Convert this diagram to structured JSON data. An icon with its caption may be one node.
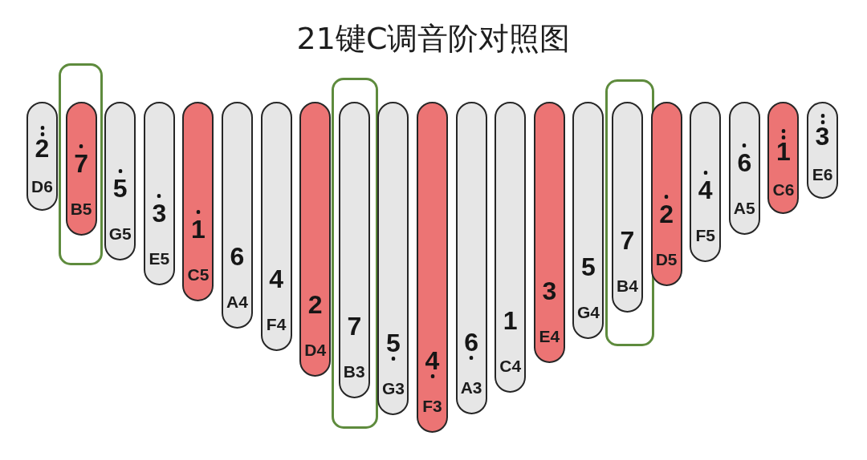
{
  "diagram": {
    "title": "21键C调音阶对照图",
    "nodes": [
      {
        "text": [
          "2",
          "D6"
        ]
      },
      {
        "text": [],
        "shape": "box"
      },
      {
        "text": [
          "7",
          "B5"
        ],
        "in": 1
      },
      {
        "text": [
          "5",
          "G5"
        ]
      },
      {
        "text": [
          "3",
          "E5"
        ]
      },
      {
        "text": [
          "1",
          "C5"
        ]
      },
      {
        "text": [
          "6",
          "A4"
        ]
      },
      {
        "text": [
          "4",
          "F4"
        ]
      },
      {
        "text": [
          "2",
          "D4"
        ]
      },
      {
        "text": [],
        "shape": "box"
      },
      {
        "text": [
          "7",
          "B3"
        ],
        "in": 9
      },
      {
        "text": [
          "5",
          "G3"
        ]
      },
      {
        "text": [
          "4",
          "F3"
        ]
      },
      {
        "text": [
          "6",
          "A3"
        ]
      },
      {
        "text": [
          "1",
          "C4"
        ]
      },
      {
        "text": [
          "3",
          "E4"
        ]
      },
      {
        "text": [
          "5",
          "G4"
        ]
      },
      {
        "text": [],
        "shape": "box"
      },
      {
        "text": [
          "7",
          "B4"
        ],
        "in": 17
      },
      {
        "text": [
          "2",
          "D5"
        ]
      },
      {
        "text": [
          "4",
          "F5"
        ]
      },
      {
        "text": [
          "6",
          "A5"
        ]
      },
      {
        "text": [
          "1",
          "C6"
        ]
      },
      {
        "text": [
          "3",
          "E6"
        ]
      }
    ]
  }
}
